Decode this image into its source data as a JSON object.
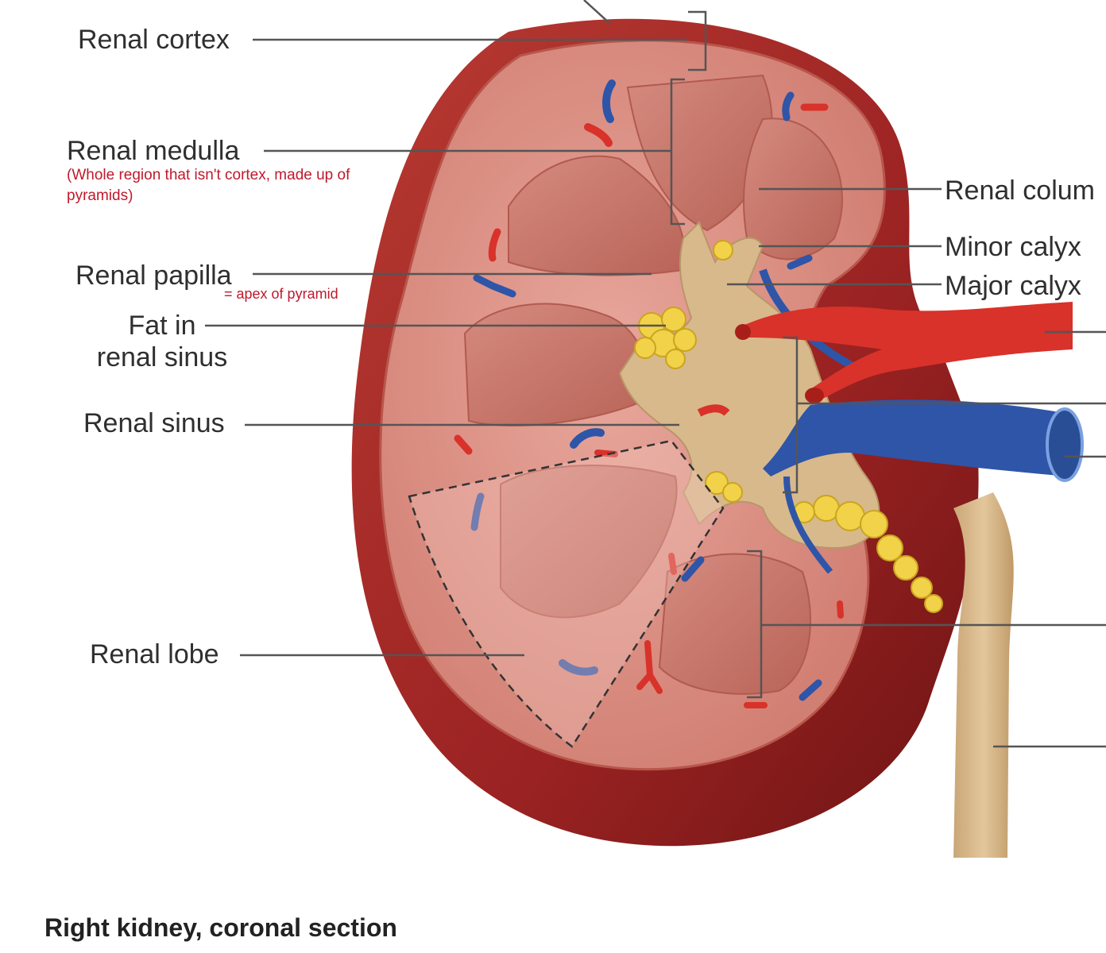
{
  "labels": {
    "renal_cortex": "Renal cortex",
    "renal_medulla": "Renal medulla",
    "renal_medulla_note_1": "(Whole region that isn't cortex, made up of",
    "renal_medulla_note_2": "pyramids)",
    "renal_papilla": "Renal papilla",
    "renal_papilla_note": "= apex of pyramid",
    "fat_line1": "Fat in",
    "fat_line2": "renal sinus",
    "renal_sinus": "Renal sinus",
    "renal_lobe": "Renal lobe",
    "renal_column": "Renal colum",
    "minor_calyx": "Minor calyx",
    "major_calyx": "Major calyx"
  },
  "caption": "Right kidney, coronal section",
  "colors": {
    "capsule": "#9a2222",
    "cortex": "#d98b80",
    "pyramid": "#c9776c",
    "sinus": "#d8b98c",
    "fat": "#f2d248",
    "artery": "#d8322a",
    "vein": "#2e55a8",
    "leader": "#555555",
    "note_red": "#c0192b"
  }
}
